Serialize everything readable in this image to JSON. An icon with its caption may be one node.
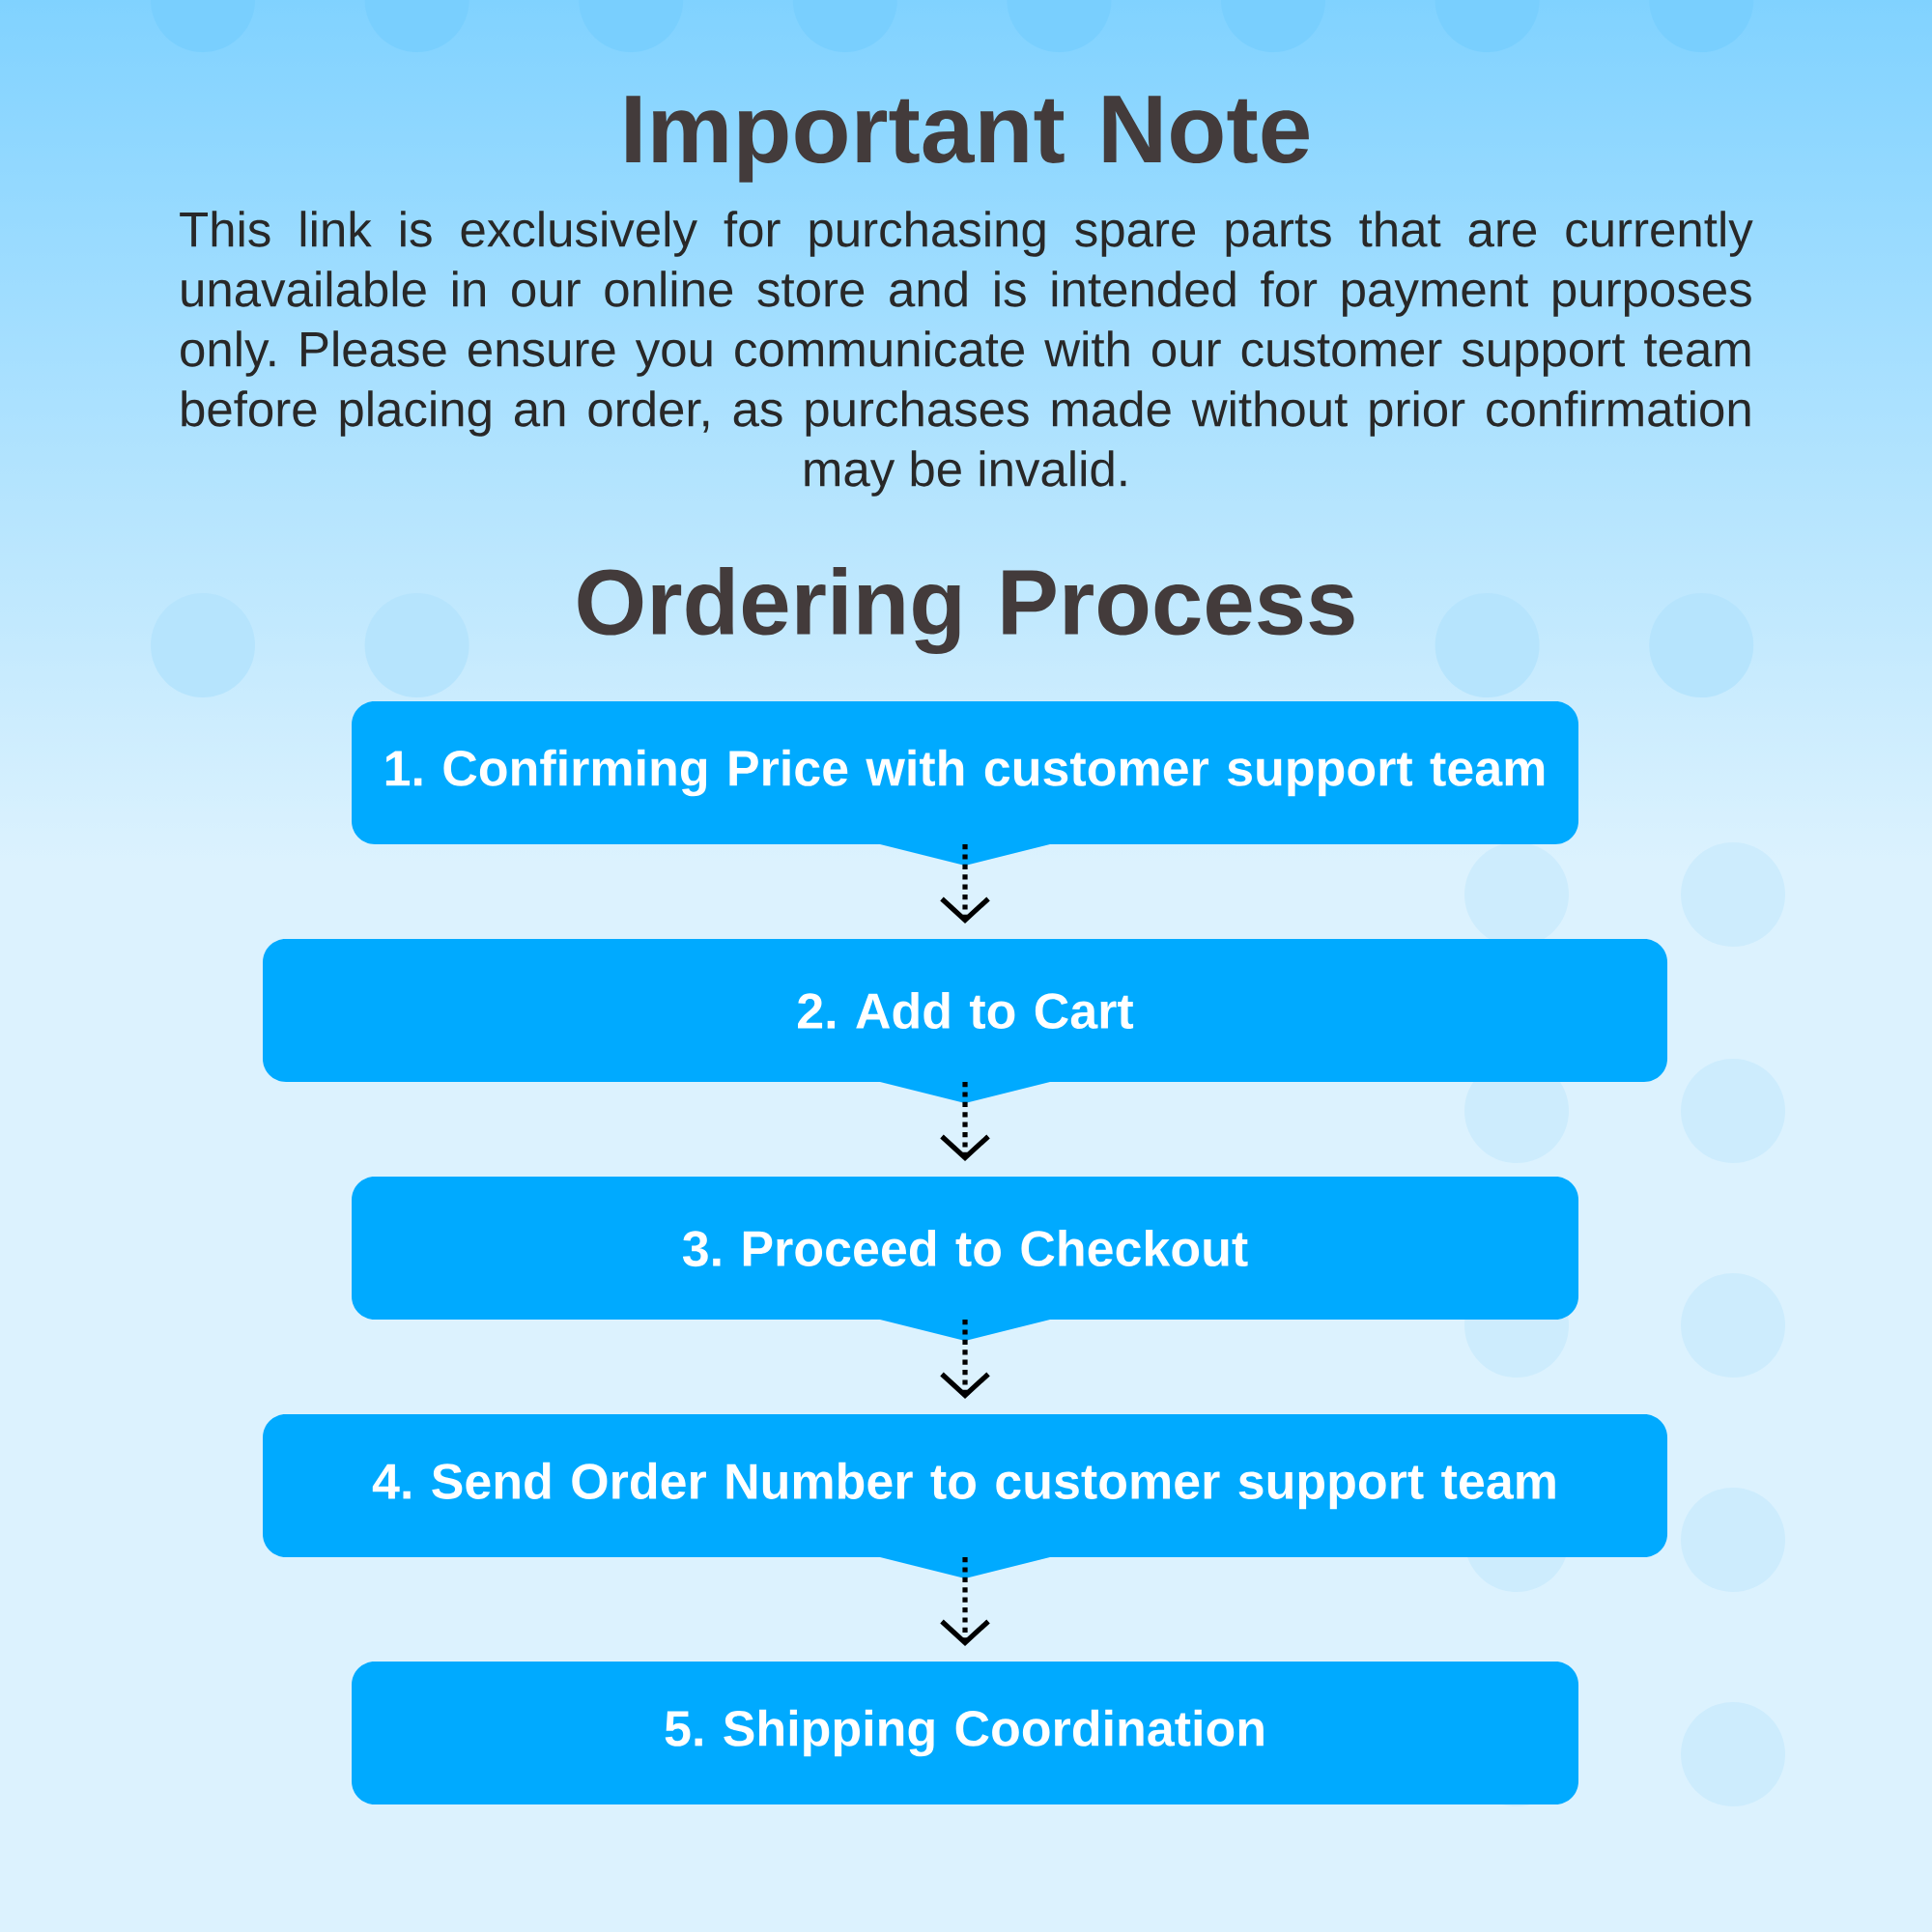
{
  "diagram": {
    "title": "Ordering Process",
    "nodes": [
      {
        "text": [
          "1. Confirming Price with customer support team"
        ]
      },
      {
        "text": [
          "2. Add to Cart"
        ]
      },
      {
        "text": [
          "3. Proceed to Checkout"
        ]
      },
      {
        "text": [
          "4. Send Order Number to customer support team"
        ]
      },
      {
        "text": [
          "5. Shipping Coordination"
        ]
      }
    ],
    "edges": [
      {
        "from": 0,
        "to": 1,
        "arrow": "to",
        "style": "dashed"
      },
      {
        "from": 1,
        "to": 2,
        "arrow": "to",
        "style": "dashed"
      },
      {
        "from": 2,
        "to": 3,
        "arrow": "to",
        "style": "dashed"
      },
      {
        "from": 3,
        "to": 4,
        "arrow": "to",
        "style": "dashed"
      }
    ],
    "labels": [
      "Important Note",
      "This link is exclusively for purchasing spare parts that are currently unavailable in our online store and is intended for payment purposes only. Please ensure you communicate with our customer support team before placing an order, as purchases made without prior confirmation may be invalid."
    ]
  }
}
